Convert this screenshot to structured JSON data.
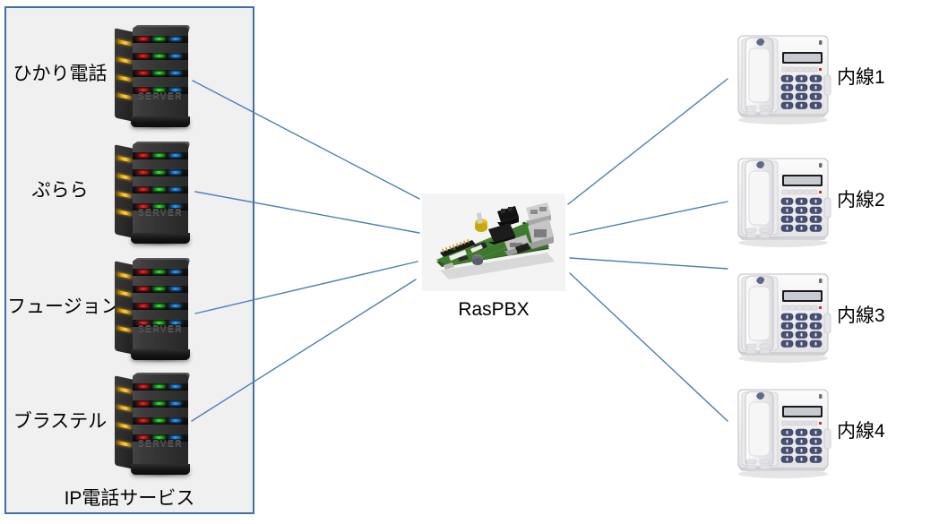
{
  "diagram": {
    "title": "RasPBX IP telephony network diagram",
    "background_color": "#ffffff",
    "link_color": "#4a7ebb"
  },
  "service_group": {
    "caption": "IP電話サービス",
    "border_color": "#3e6fa8",
    "fill_color": "#f0f0f0",
    "providers": [
      {
        "label": "ひかり電話",
        "icon": "server-icon"
      },
      {
        "label": "ぷらら",
        "icon": "server-icon"
      },
      {
        "label": "フュージョン",
        "icon": "server-icon"
      },
      {
        "label": "ブラステル",
        "icon": "server-icon"
      }
    ]
  },
  "pbx": {
    "caption": "RasPBX",
    "icon": "raspberry-pi-board-icon"
  },
  "extensions": [
    {
      "label": "内線1",
      "icon": "desk-phone-icon"
    },
    {
      "label": "内線2",
      "icon": "desk-phone-icon"
    },
    {
      "label": "内線3",
      "icon": "desk-phone-icon"
    },
    {
      "label": "内線4",
      "icon": "desk-phone-icon"
    }
  ],
  "server_icon": {
    "body_text": "SERVER",
    "led_colors": [
      "#ff2020",
      "#36e336",
      "#2e9dff"
    ],
    "side_led_color": "#f0b000"
  }
}
